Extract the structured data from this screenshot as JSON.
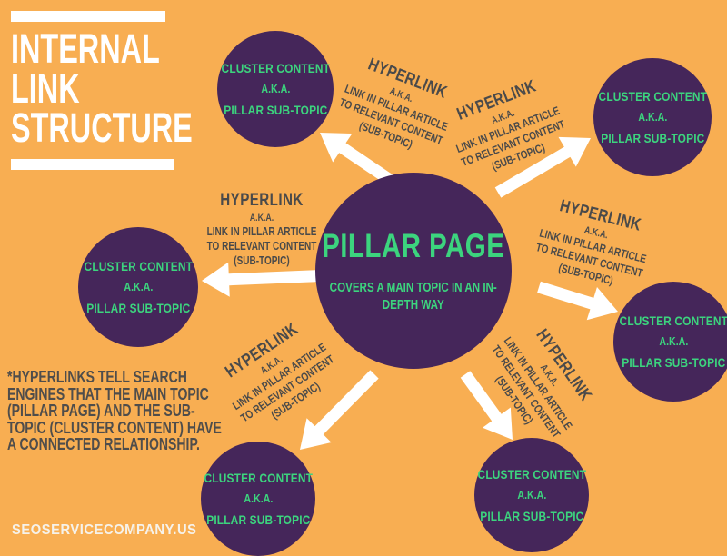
{
  "colors": {
    "background": "#F8AE52",
    "circle_purple": "#45265A",
    "text_green": "#3CD47E",
    "text_dark": "#4A4A4A",
    "text_white": "#FFFFFF"
  },
  "title": {
    "lines": [
      "INTERNAL",
      "LINK",
      "STRUCTURE"
    ]
  },
  "center_circle": {
    "title": "PILLAR PAGE",
    "subtitle_lines": [
      "COVERS A MAIN TOPIC IN AN IN-",
      "DEPTH WAY"
    ]
  },
  "cluster_circle": {
    "lines": [
      "CLUSTER CONTENT",
      "A.K.A.",
      "PILLAR SUB-TOPIC"
    ]
  },
  "hyperlink_label": {
    "lines": [
      "HYPERLINK",
      "A.K.A.",
      "LINK IN PILLAR ARTICLE",
      "TO RELEVANT CONTENT",
      "(SUB-TOPIC)"
    ]
  },
  "note": {
    "lines": [
      "*HYPERLINKS TELL SEARCH",
      "ENGINES THAT THE MAIN TOPIC",
      "(PILLAR PAGE) AND THE SUB-",
      "TOPIC (CLUSTER CONTENT) HAVE",
      "A CONNECTED RELATIONSHIP."
    ]
  },
  "footer": {
    "text": "SEOSERVICECOMPANY.US"
  }
}
